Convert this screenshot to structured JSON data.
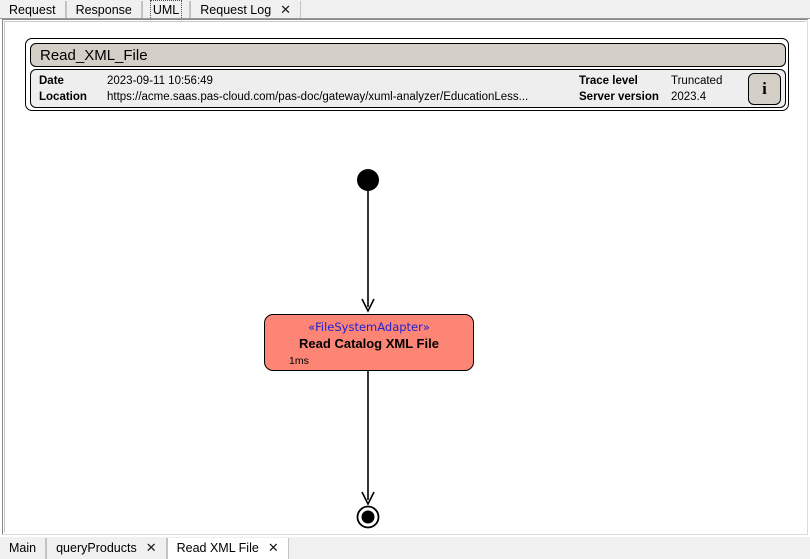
{
  "top_tabs": [
    {
      "label": "Request",
      "selected": false,
      "closable": false
    },
    {
      "label": "Response",
      "selected": false,
      "closable": false
    },
    {
      "label": "UML",
      "selected": true,
      "closable": false
    },
    {
      "label": "Request Log",
      "selected": false,
      "closable": true,
      "close_glyph": "✕"
    }
  ],
  "header": {
    "title": "Read_XML_File",
    "date_label": "Date",
    "date_value": "2023-09-11 10:56:49",
    "location_label": "Location",
    "location_value": "https://acme.saas.pas-cloud.com/pas-doc/gateway/xuml-analyzer/EducationLess...",
    "trace_level_label": "Trace level",
    "trace_level_value": "Truncated",
    "server_version_label": "Server version",
    "server_version_value": "2023.4",
    "info_button_glyph": "i"
  },
  "diagram": {
    "start_node_name": "initial-node",
    "end_node_name": "final-node",
    "activity": {
      "stereotype": "«FileSystemAdapter»",
      "title": "Read Catalog XML File",
      "duration": "1ms",
      "fill_color": "#fc8576",
      "stereotype_color": "#2222cc",
      "border_color": "#000000"
    }
  },
  "bottom_tabs": [
    {
      "label": "Main",
      "selected": false,
      "closable": false
    },
    {
      "label": "queryProducts",
      "selected": false,
      "closable": true,
      "close_glyph": "✕"
    },
    {
      "label": "Read XML File",
      "selected": true,
      "closable": true,
      "close_glyph": "✕"
    }
  ]
}
